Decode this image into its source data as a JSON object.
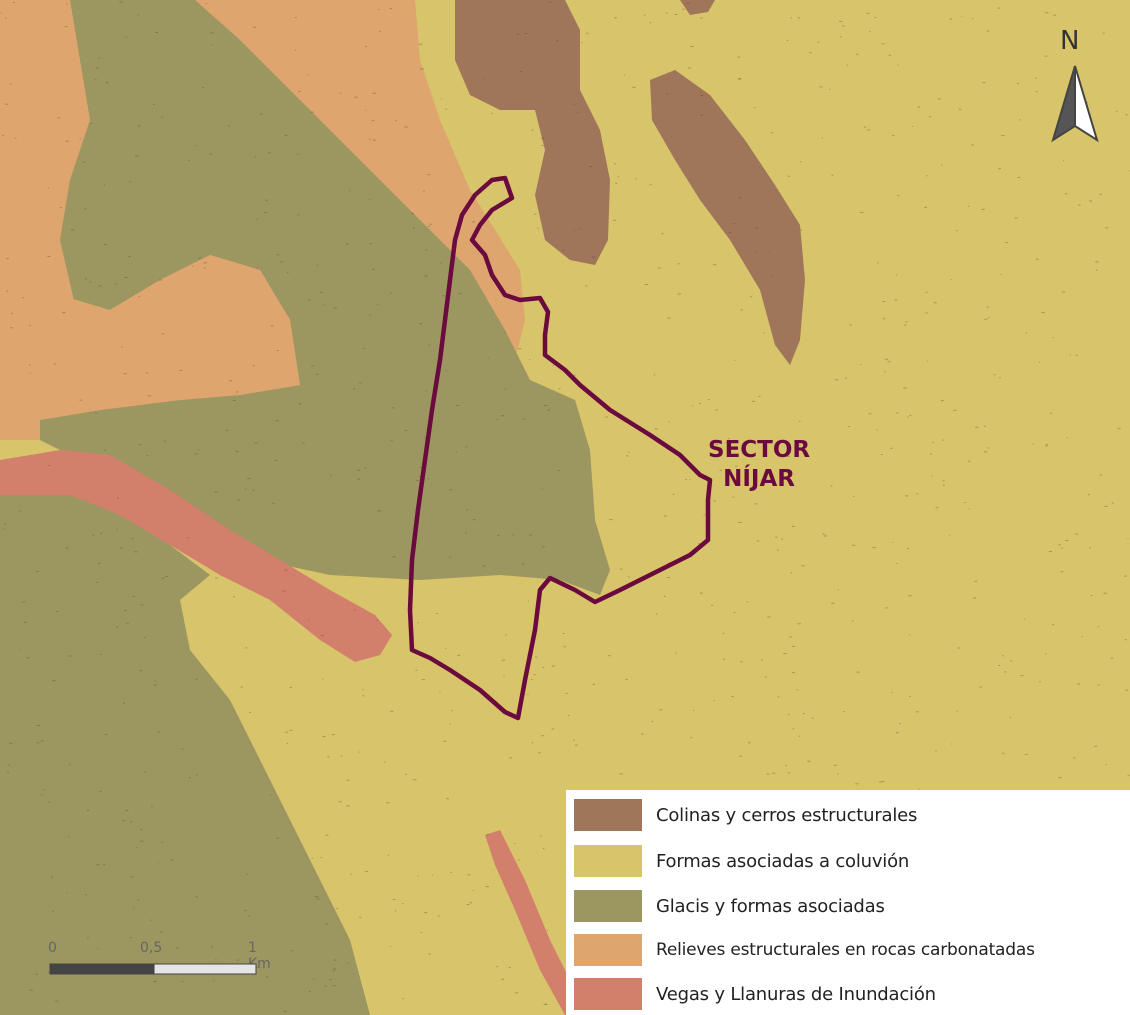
{
  "map": {
    "colors": {
      "colinas": "#a0765a",
      "coluvion": "#d8c46a",
      "glacis": "#9c9660",
      "relieves": "#dea56e",
      "vegas": "#d2806c",
      "boundary": "#6a0a3e"
    },
    "sector_label": {
      "line1": "SECTOR",
      "line2": "NÍJAR"
    },
    "north_arrow": {
      "letter": "N",
      "icon": "north-arrow-icon"
    },
    "scale_bar": {
      "labels": [
        "0",
        "0,5",
        "1 Km"
      ]
    },
    "legend": {
      "items": [
        {
          "label": "Colinas y cerros estructurales",
          "color": "#a0765a"
        },
        {
          "label": "Formas asociadas a coluvión",
          "color": "#d8c46a"
        },
        {
          "label": "Glacis y formas asociadas",
          "color": "#9c9660"
        },
        {
          "label": "Relieves estructurales en rocas carbonatadas",
          "color": "#dea56e"
        },
        {
          "label": "Vegas y Llanuras de Inundación",
          "color": "#d2806c"
        }
      ]
    }
  }
}
